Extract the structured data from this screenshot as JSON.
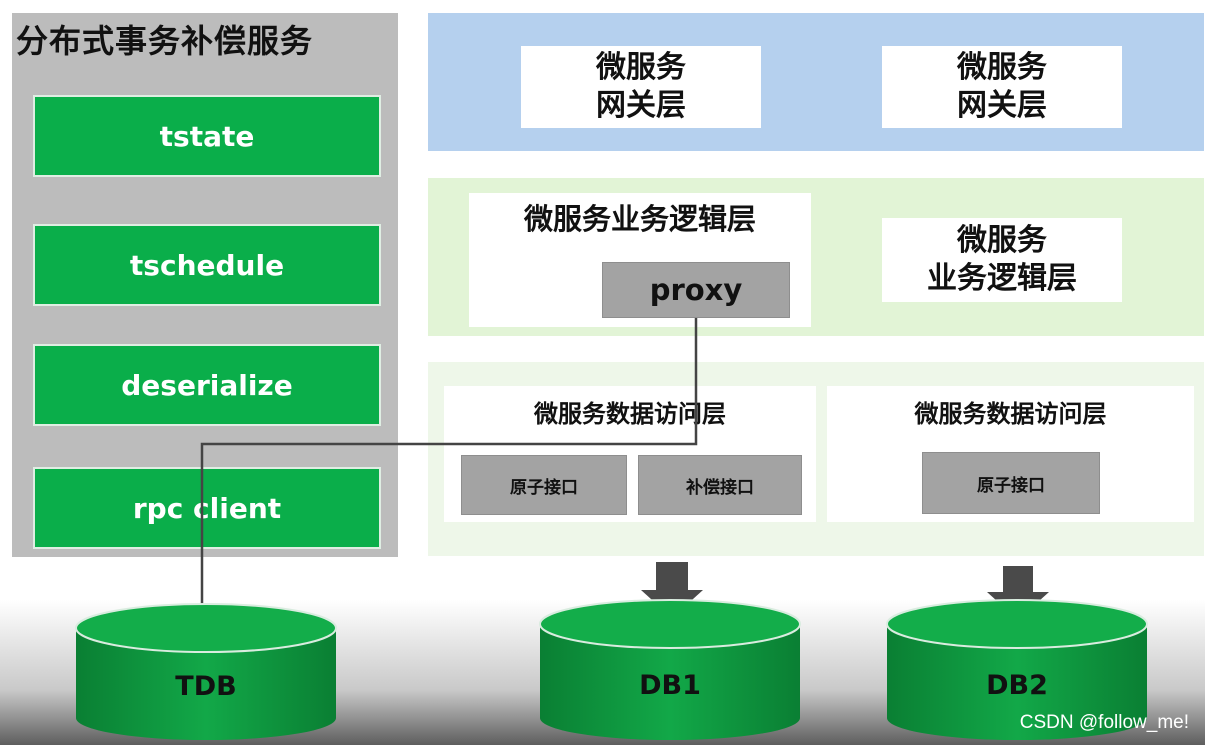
{
  "left": {
    "title": "分布式事务补偿服务",
    "components": [
      "tstate",
      "tschedule",
      "deserialize",
      "rpc client"
    ]
  },
  "gateway": {
    "boxes": [
      "微服务\n网关层",
      "微服务\n网关层"
    ]
  },
  "business": {
    "left_title": "微服务业务逻辑层",
    "proxy": "proxy",
    "right_box": "微服务\n业务逻辑层"
  },
  "data_access": {
    "left_title": "微服务数据访问层",
    "left_atomic": "原子接口",
    "left_compensate": "补偿接口",
    "right_title": "微服务数据访问层",
    "right_atomic": "原子接口"
  },
  "databases": [
    "TDB",
    "DB1",
    "DB2"
  ],
  "watermark": "CSDN @follow_me!",
  "colors": {
    "component_green": "#0aae4a",
    "db_green": "#0e9a40",
    "gateway_blue": "#b5d0ee",
    "business_green": "#e2f4d6",
    "interface_grey": "#a3a3a3"
  }
}
